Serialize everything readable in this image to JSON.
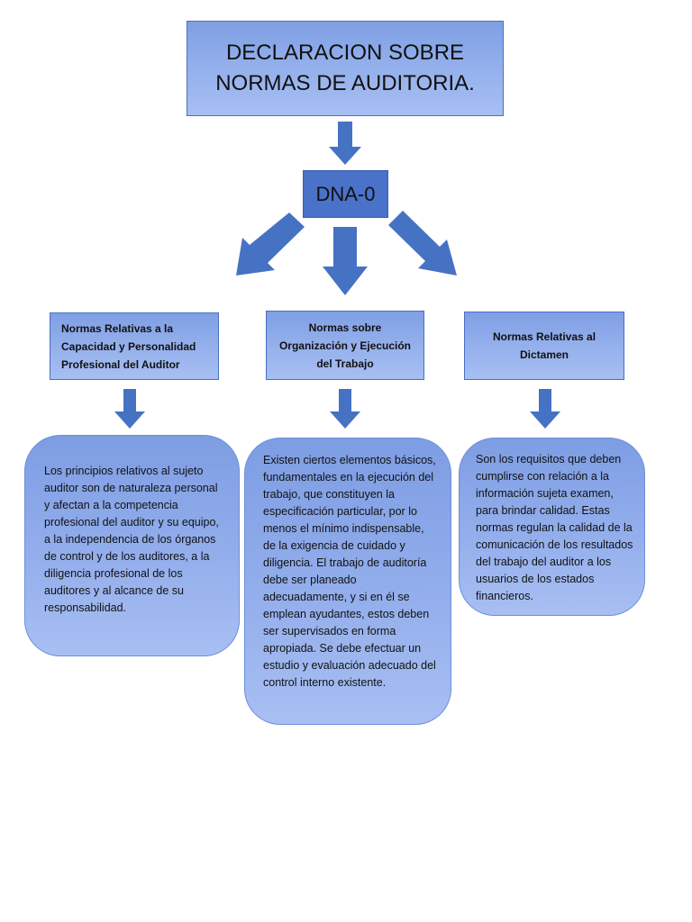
{
  "diagram": {
    "title": "DECLARACION SOBRE NORMAS DE AUDITORIA.",
    "root": "DNA-0",
    "categories": [
      {
        "label": "Normas Relativas a la Capacidad y Personalidad Profesional del Auditor",
        "description": "Los principios relativos al sujeto auditor son de naturaleza personal y afectan a la competencia profesional del auditor y su equipo, a la independencia de los órganos de control y de los auditores, a la diligencia profesional de los auditores y al alcance de su responsabilidad."
      },
      {
        "label": "Normas sobre Organización y Ejecución del Trabajo",
        "description": "Existen ciertos elementos básicos, fundamentales en la ejecución del trabajo, que constituyen la especificación particular, por lo menos el mínimo indispensable, de la exigencia de cuidado y diligencia. El trabajo de auditoría debe ser planeado adecuadamente, y si en él se emplean ayudantes, estos deben ser supervisados en forma apropiada. Se debe efectuar un estudio y evaluación adecuado del control interno existente."
      },
      {
        "label": "Normas Relativas al Dictamen",
        "description": "Son los requisitos que deben cumplirse con relación a la información sujeta examen, para brindar calidad. Estas normas regulan la calidad de la comunicación de los resultados del trabajo del auditor a los usuarios de los estados financieros."
      }
    ]
  },
  "colors": {
    "box_fill": "#94b0ec",
    "root_fill": "#4a72c8",
    "arrow": "#4672c4"
  }
}
